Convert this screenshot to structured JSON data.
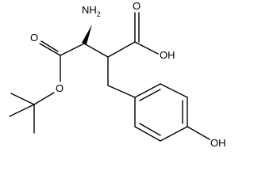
{
  "labels": {
    "amine_main": "NH",
    "amine_sub": "2",
    "ester_oxygen": "O",
    "carbonyl_oxygen_left": "O",
    "carbonyl_oxygen_right": "O",
    "acid_hydroxyl": "OH",
    "phenol_hydroxyl": "OH"
  }
}
